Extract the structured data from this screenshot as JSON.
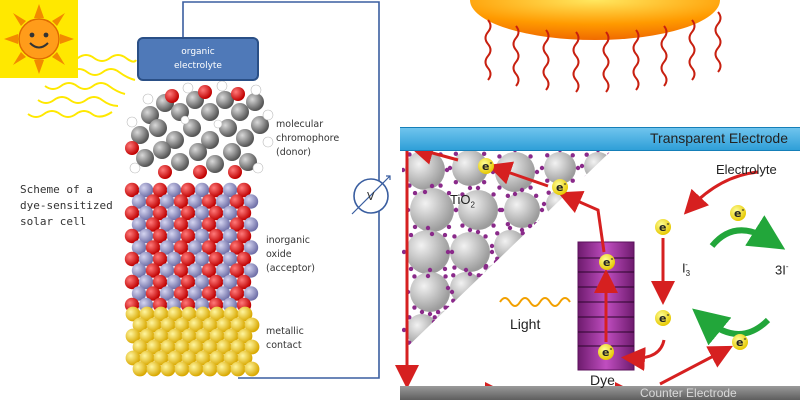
{
  "left_panel": {
    "caption": "Scheme of a\ndye-sensitized\nsolar cell",
    "organic_electrolyte": "organic\nelectrolyte",
    "molecular_chromophore": "molecular\nchromophore\n(donor)",
    "inorganic_oxide": "inorganic\noxide\n(acceptor)",
    "metallic_contact": "metallic\ncontact",
    "voltmeter": "V"
  },
  "right_panel": {
    "transparent_electrode": "Transparent Electrode",
    "counter_electrode": "Counter Electrode",
    "tio2": "TiO",
    "tio2_sub": "2",
    "electrolyte": "Electrolyte",
    "i3": "I",
    "i3_sub": "3",
    "i3_sup": "-",
    "three_i": "3I",
    "three_i_sup": "-",
    "light": "Light",
    "dye": "Dye",
    "electron": "e",
    "electron_sup": "-"
  },
  "colors": {
    "sun": "#f7e000",
    "sun_bg": "#ffe800",
    "electrode_blue": "#2f9fd8",
    "arrow_red": "#d62020",
    "cycle_green": "#22a63a",
    "dye_purple": "#8a2a8a",
    "oxygen_red": "#e01010",
    "metal_yellow": "#f0c800",
    "titanium_gray": "#8c8cb4"
  }
}
